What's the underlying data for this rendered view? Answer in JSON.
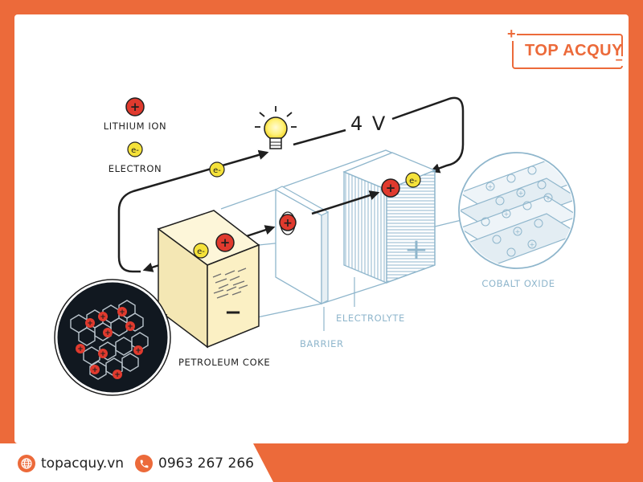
{
  "brand": {
    "logo_text": "TOP ACQUY",
    "accent_color": "#ec6a3a"
  },
  "diagram": {
    "voltage": "4 V",
    "legend": {
      "lithium_ion": "LITHIUM ION",
      "electron": "ELECTRON"
    },
    "ion_symbol": "+",
    "electron_symbol": "e-",
    "anode_sign": "−",
    "cathode_sign": "+",
    "labels": {
      "petroleum_coke": "PETROLEUM COKE",
      "barrier": "BARRIER",
      "electrolyte": "ELECTROLYTE",
      "cobalt_oxide": "COBALT OXIDE"
    },
    "colors": {
      "ion": "#e03a2e",
      "electron": "#f5e23a",
      "anode": "#fbf3cf",
      "cell_outline": "#8fb6cc"
    }
  },
  "footer": {
    "website": "topacquy.vn",
    "phone": "0963 267 266",
    "globe_icon": "globe-icon",
    "phone_icon": "phone-icon"
  }
}
